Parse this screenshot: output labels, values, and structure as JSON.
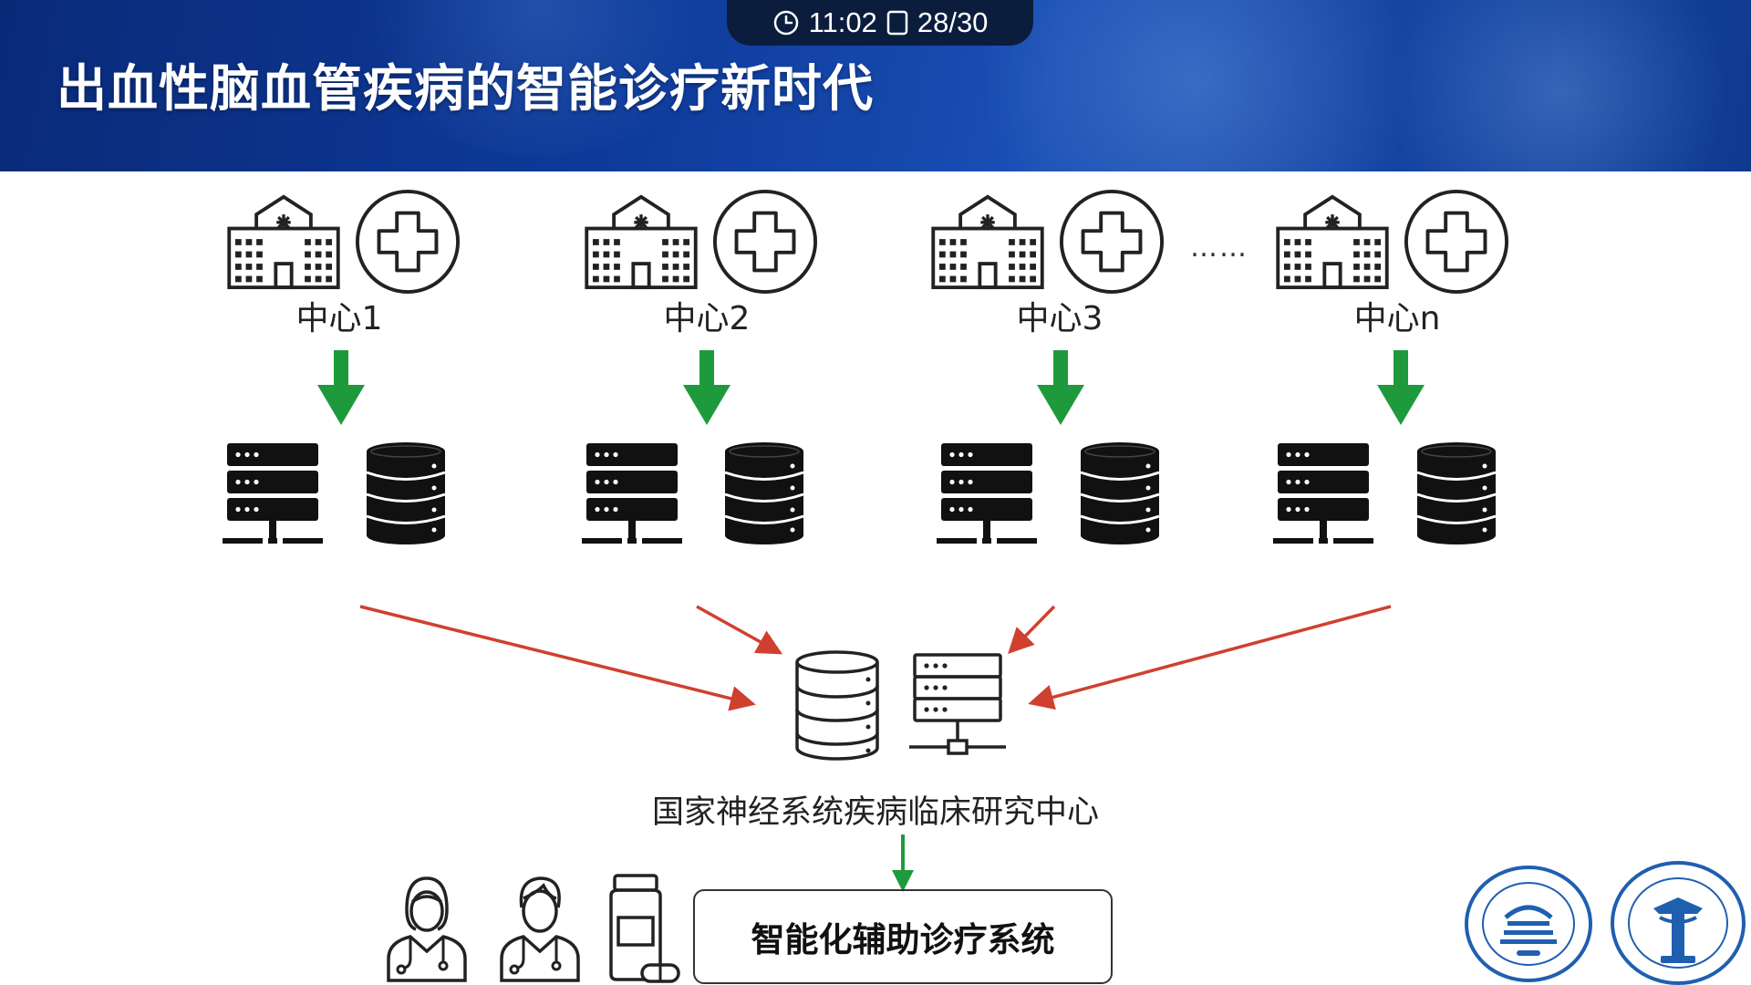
{
  "status": {
    "time": "11:02",
    "page": "28/30"
  },
  "slide": {
    "title": "出血性脑血管疾病的智能诊疗新时代",
    "centers": [
      {
        "label": "中心1"
      },
      {
        "label": "中心2"
      },
      {
        "label": "中心3"
      },
      {
        "label": "中心n"
      }
    ],
    "ellipsis": "……",
    "national_center": "国家神经系统疾病临床研究中心",
    "system_box": "智能化辅助诊疗系统"
  },
  "colors": {
    "header": "#0d3a9a",
    "green_arrow": "#1e9a3c",
    "red_arrow": "#d0402f",
    "logo_blue": "#1f5fb0"
  },
  "icons": [
    "clock-icon",
    "page-icon",
    "hospital-icon",
    "medical-cross-icon",
    "server-icon",
    "database-icon",
    "doctor-icon",
    "medicine-bottle-icon",
    "pill-icon",
    "logo-seal"
  ]
}
